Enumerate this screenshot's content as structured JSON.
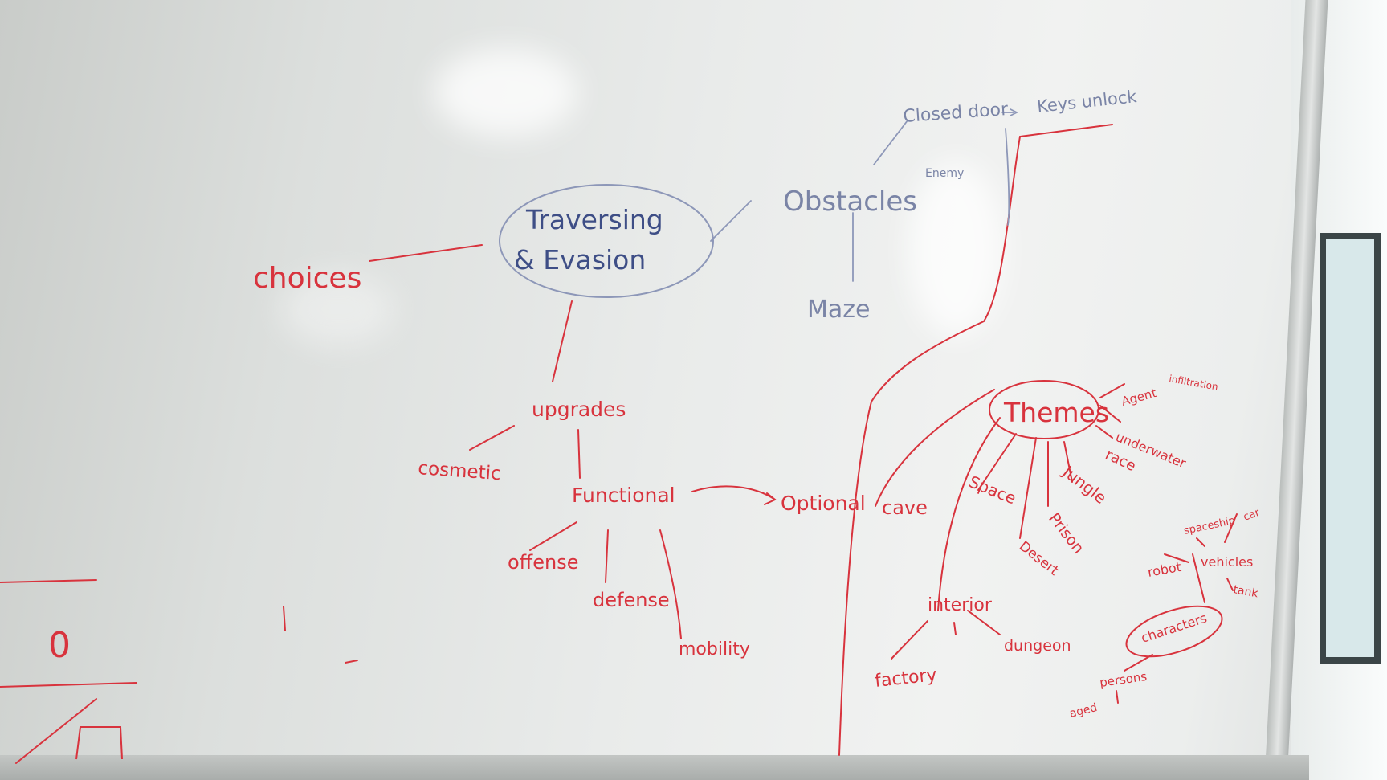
{
  "whiteboard": {
    "center_topic": {
      "line1": "Traversing",
      "line2": "& Evasion"
    },
    "choices": "choices",
    "obstacles": {
      "label": "Obstacles",
      "closed_door": "Closed door",
      "keys_unlock": "Keys unlock",
      "enemy": "Enemy",
      "maze": "Maze"
    },
    "upgrades": {
      "label": "upgrades",
      "cosmetic": "cosmetic",
      "functional": "Functional",
      "optional": "Optional",
      "offense": "offense",
      "defense": "defense",
      "mobility": "mobility"
    },
    "themes": {
      "label": "Themes",
      "agent": "Agent",
      "infiltration": "infiltration",
      "underwater": "underwater",
      "race": "race",
      "cave": "cave",
      "space": "Space",
      "jungle": "Jungle",
      "prison": "Prison",
      "desert": "Desert",
      "interior": "interior",
      "factory": "factory",
      "dungeon": "dungeon",
      "vehicles": "vehicles",
      "spaceship": "spaceship",
      "car": "car",
      "robot": "robot",
      "tank": "tank",
      "characters": "characters",
      "persons": "persons",
      "aged": "aged"
    },
    "left_edge_zero": "0"
  },
  "colors": {
    "red_marker": "#d8333d",
    "blue_marker": "#3e4e86",
    "board": "#eceeed"
  }
}
